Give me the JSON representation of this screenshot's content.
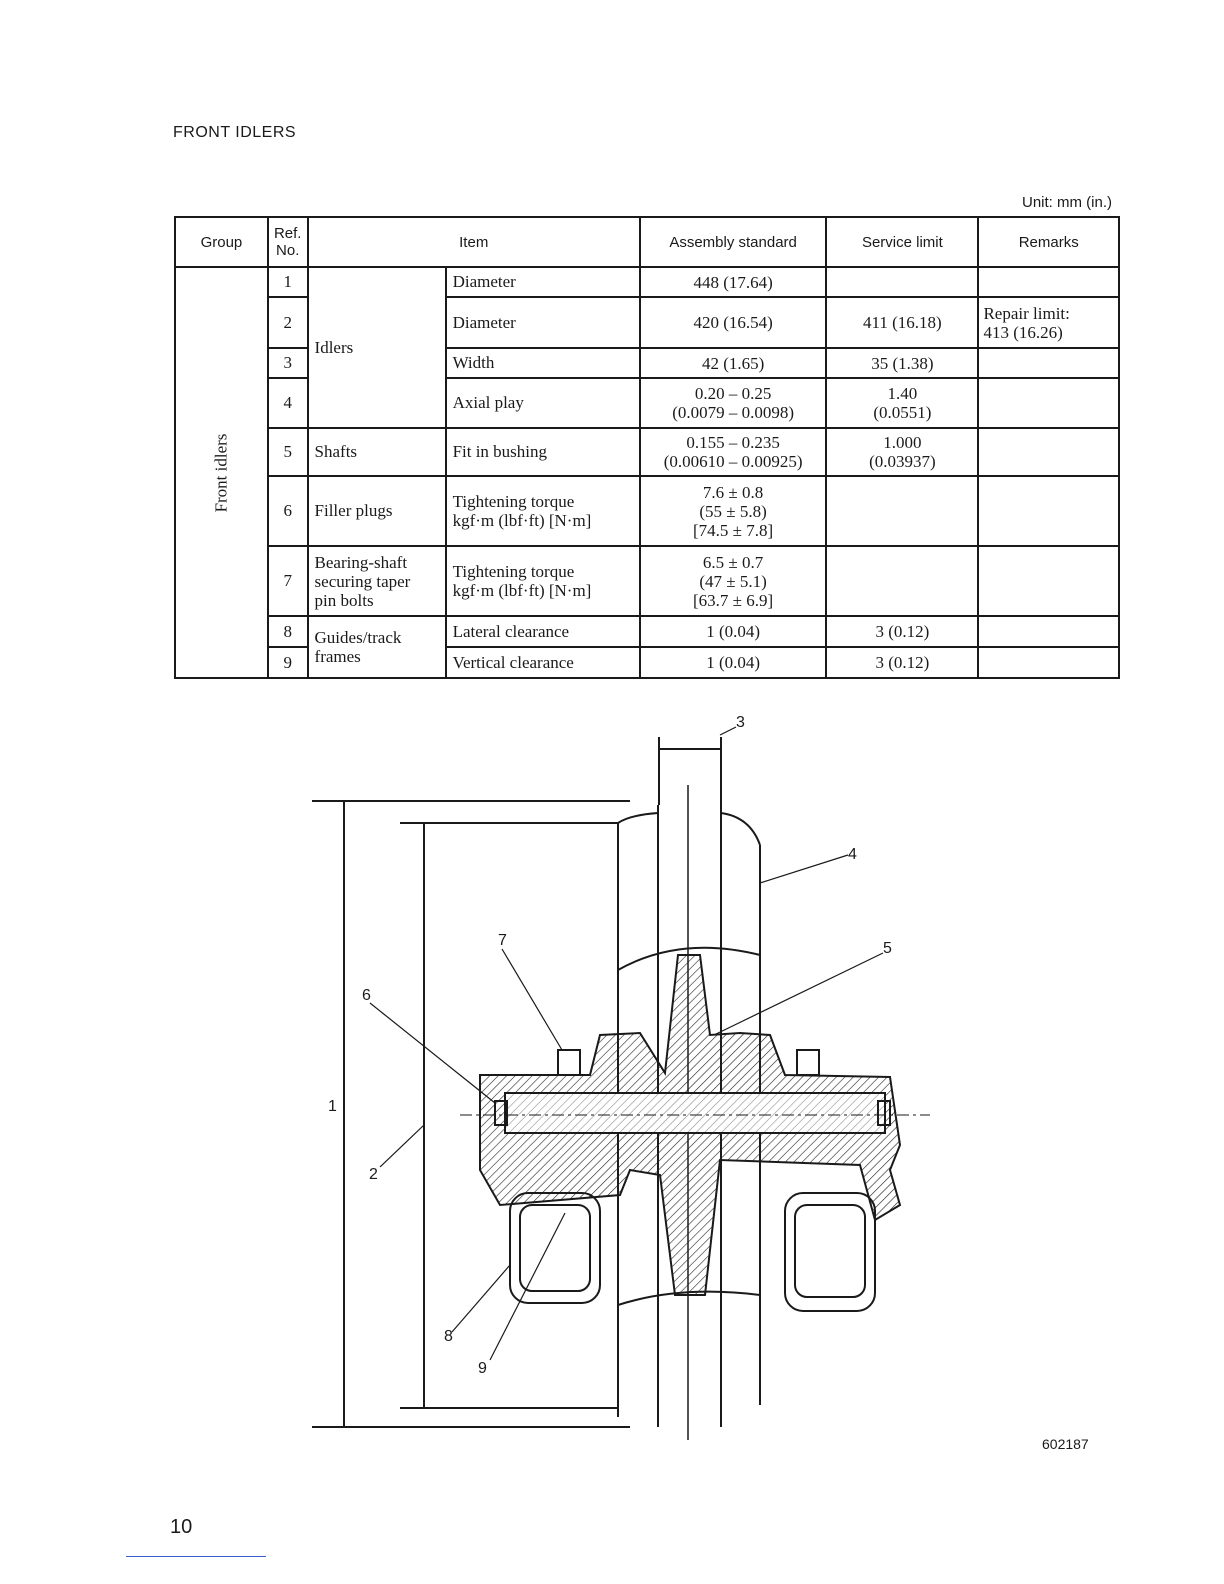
{
  "section_title": "FRONT IDLERS",
  "unit_note": "Unit: mm (in.)",
  "table": {
    "headers": {
      "group": "Group",
      "ref_no": "Ref. No.",
      "item": "Item",
      "assembly_standard": "Assembly standard",
      "service_limit": "Service limit",
      "remarks": "Remarks"
    },
    "group_label": "Front idlers",
    "rows": [
      {
        "ref": "1",
        "part": "Idlers",
        "item": "Diameter",
        "standard": "448 (17.64)",
        "limit": "",
        "remarks": ""
      },
      {
        "ref": "2",
        "item": "Diameter",
        "standard": "420 (16.54)",
        "limit": "411 (16.18)",
        "remarks_1": "Repair limit:",
        "remarks_2": "413 (16.26)"
      },
      {
        "ref": "3",
        "item": "Width",
        "standard": "42 (1.65)",
        "limit": "35 (1.38)",
        "remarks": ""
      },
      {
        "ref": "4",
        "item": "Axial play",
        "standard_1": "0.20 – 0.25",
        "standard_2": "(0.0079 – 0.0098)",
        "limit_1": "1.40",
        "limit_2": "(0.0551)",
        "remarks": ""
      },
      {
        "ref": "5",
        "part": "Shafts",
        "item": "Fit in bushing",
        "standard_1": "0.155 – 0.235",
        "standard_2": "(0.00610 – 0.00925)",
        "limit_1": "1.000",
        "limit_2": "(0.03937)",
        "remarks": ""
      },
      {
        "ref": "6",
        "part": "Filler plugs",
        "item_1": "Tightening torque",
        "item_2": "kgf·m (lbf·ft) [N·m]",
        "standard_1": "7.6 ± 0.8",
        "standard_2": "(55 ± 5.8)",
        "standard_3": "[74.5 ± 7.8]",
        "limit": "",
        "remarks": ""
      },
      {
        "ref": "7",
        "part_1": "Bearing-shaft",
        "part_2": "securing taper",
        "part_3": "pin bolts",
        "item_1": "Tightening torque",
        "item_2": "kgf·m (lbf·ft) [N·m]",
        "standard_1": "6.5 ± 0.7",
        "standard_2": "(47 ± 5.1)",
        "standard_3": "[63.7 ± 6.9]",
        "limit": "",
        "remarks": ""
      },
      {
        "ref": "8",
        "part_1": "Guides/track",
        "part_2": "frames",
        "item": "Lateral clearance",
        "standard": "1 (0.04)",
        "limit": "3 (0.12)",
        "remarks": ""
      },
      {
        "ref": "9",
        "item": "Vertical clearance",
        "standard": "1 (0.04)",
        "limit": "3 (0.12)",
        "remarks": ""
      }
    ]
  },
  "figure": {
    "callouts": [
      "1",
      "2",
      "3",
      "4",
      "5",
      "6",
      "7",
      "8",
      "9"
    ],
    "figure_id": "602187"
  },
  "page_number": "10"
}
